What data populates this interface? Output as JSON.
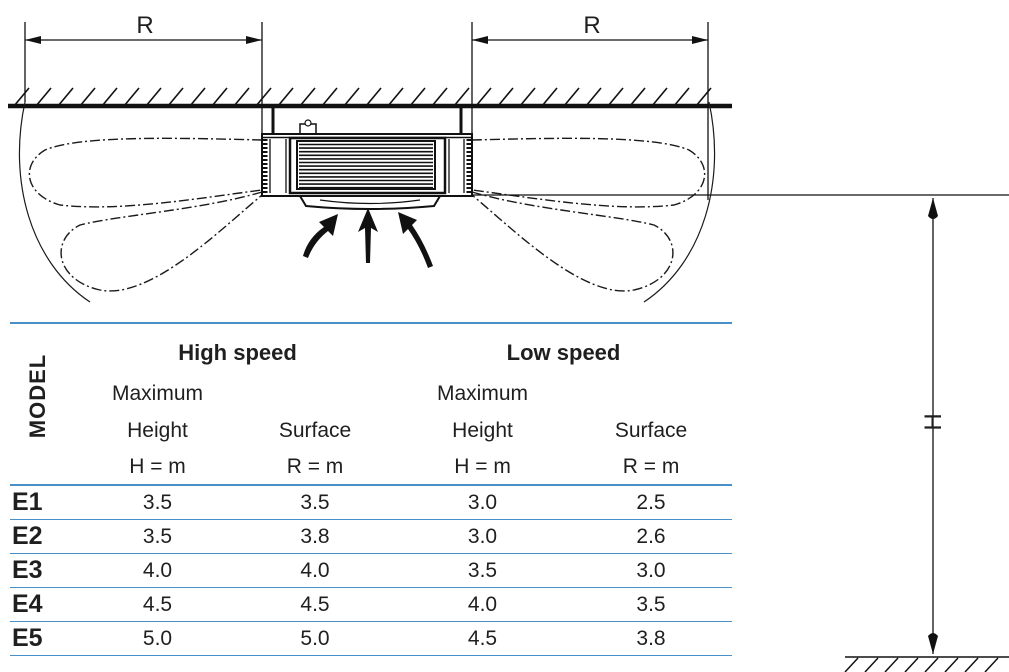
{
  "diagram": {
    "dimension_left": "R",
    "dimension_right": "R",
    "dimension_height": "H"
  },
  "table": {
    "model_header": "MODEL",
    "groups": [
      {
        "label": "High speed",
        "height": {
          "line1": "Maximum",
          "line2": "Height",
          "unit": "H = m"
        },
        "surface": {
          "line2": "Surface",
          "unit": "R = m"
        }
      },
      {
        "label": "Low speed",
        "height": {
          "line1": "Maximum",
          "line2": "Height",
          "unit": "H = m"
        },
        "surface": {
          "line2": "Surface",
          "unit": "R = m"
        }
      }
    ],
    "rows": [
      {
        "model": "E1",
        "values": [
          "3.5",
          "3.5",
          "3.0",
          "2.5"
        ]
      },
      {
        "model": "E2",
        "values": [
          "3.5",
          "3.8",
          "3.0",
          "2.6"
        ]
      },
      {
        "model": "E3",
        "values": [
          "4.0",
          "4.0",
          "3.5",
          "3.0"
        ]
      },
      {
        "model": "E4",
        "values": [
          "4.5",
          "4.5",
          "4.0",
          "3.5"
        ]
      },
      {
        "model": "E5",
        "values": [
          "5.0",
          "5.0",
          "4.5",
          "3.8"
        ]
      }
    ]
  },
  "colors": {
    "rule": "#4a90c8",
    "ink": "#1f1f1f"
  }
}
